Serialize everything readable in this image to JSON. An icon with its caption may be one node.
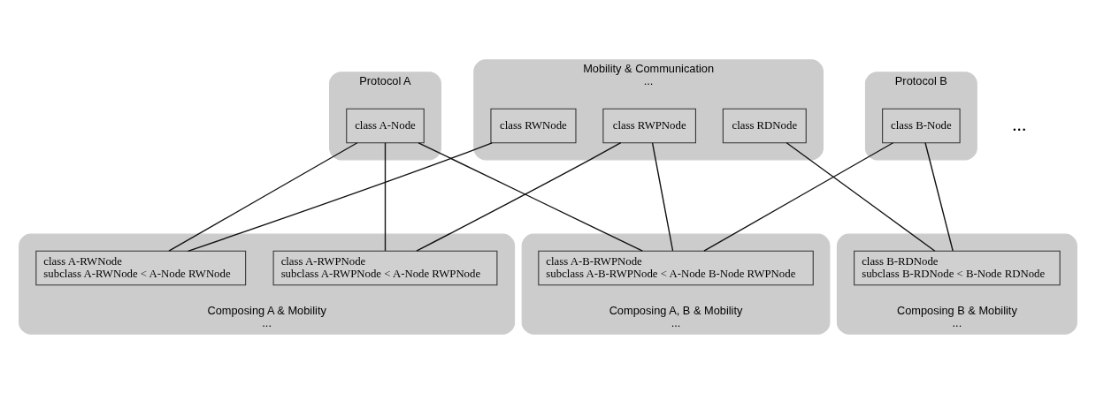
{
  "diagram": {
    "nodes": [
      {
        "text": [
          "Mobility & Communication",
          "..."
        ]
      },
      {
        "text": [
          "class RWNode"
        ],
        "in": 0
      },
      {
        "text": [
          "class RDNode"
        ],
        "in": 0
      },
      {
        "text": [
          "class RWPNode"
        ],
        "in": 0
      },
      {
        "text": [
          "Protocol A"
        ]
      },
      {
        "text": [
          "class A-Node"
        ],
        "in": 4
      },
      {
        "text": [
          "Protocol B"
        ]
      },
      {
        "text": [
          "class B-Node"
        ],
        "in": 6
      },
      {
        "text": [
          "Composing A & Mobility",
          "..."
        ]
      },
      {
        "text": [
          "class A-RWNode",
          "subclass A-RWNode < A-Node RWNode"
        ],
        "in": 8
      },
      {
        "text": [
          "class A-RWPNode",
          "subclass A-RWPNode < A-Node RWPNode"
        ],
        "in": 8
      },
      {
        "text": [
          "Composing B & Mobility",
          "..."
        ]
      },
      {
        "text": [
          "class B-RDNode",
          "subclass B-RDNode < B-Node RDNode"
        ],
        "in": 11
      },
      {
        "text": [
          "Composing A, B & Mobility",
          "..."
        ]
      },
      {
        "text": [
          "class A-B-RWPNode",
          "subclass A-B-RWPNode < A-Node B-Node RWPNode"
        ],
        "in": 13
      }
    ],
    "edges": [
      {
        "from": 1,
        "to": 9,
        "arrow": "none"
      },
      {
        "from": 3,
        "to": 10,
        "arrow": "none"
      },
      {
        "from": 2,
        "to": 12,
        "arrow": "none"
      },
      {
        "from": 3,
        "to": 14,
        "arrow": "none"
      },
      {
        "from": 5,
        "to": 9,
        "arrow": "none"
      },
      {
        "from": 5,
        "to": 10,
        "arrow": "none"
      },
      {
        "from": 5,
        "to": 14,
        "arrow": "none"
      },
      {
        "from": 7,
        "to": 12,
        "arrow": "none"
      },
      {
        "from": 7,
        "to": 14,
        "arrow": "none"
      }
    ],
    "labels": [
      "..."
    ]
  }
}
